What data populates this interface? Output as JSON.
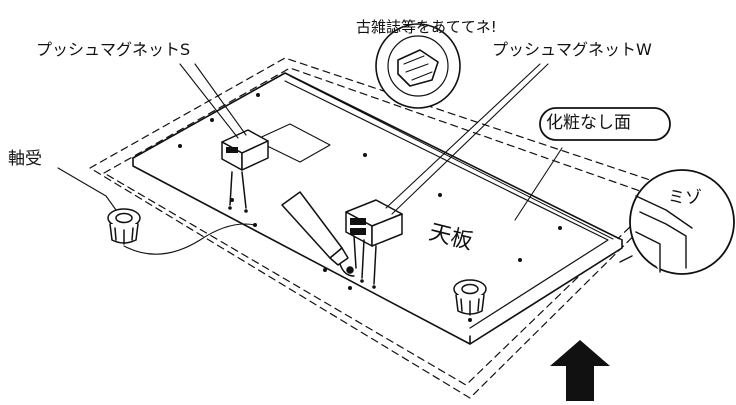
{
  "labels": {
    "push_magnet_s": "プッシュマグネットS",
    "push_magnet_w": "プッシュマグネットW",
    "bearing": "軸受",
    "finished_face": "化粧なし面",
    "groove": "ミゾ",
    "top_board": "天板",
    "magazine_note": "古雑誌等をあててネ!"
  }
}
